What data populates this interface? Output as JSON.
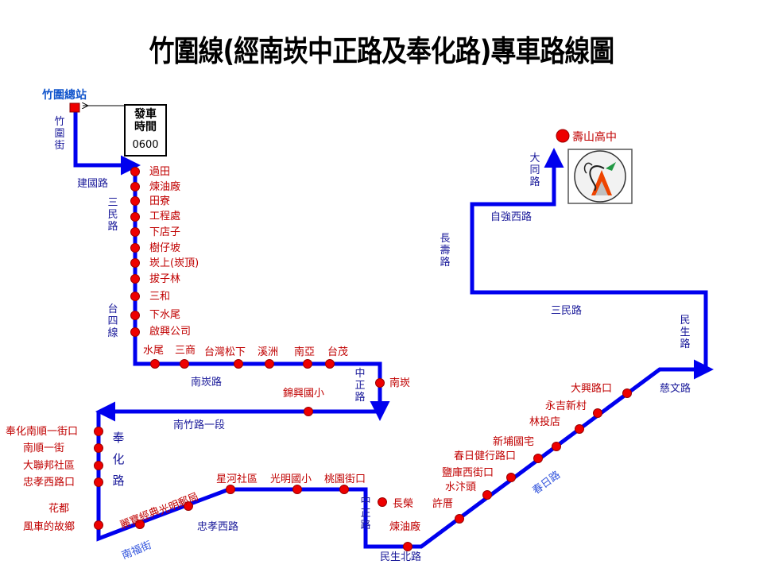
{
  "title": "竹圍線(經南崁中正路及奉化路)專車路線圖",
  "start": "竹圍總站",
  "departure": {
    "label": "發車時間",
    "time": "0600"
  },
  "destination": "壽山高中",
  "colors": {
    "route": "#0000ee",
    "stop": "#ee0000",
    "stop_text": "#c00000",
    "road_text": "#1a1a9a"
  },
  "roads": {
    "zhuwei_street": "竹圍街",
    "jianguo": "建國路",
    "sanmin_1": "三民路",
    "taisi": "台四線",
    "nankan_road": "南崁路",
    "zhongzheng_1": "中正路",
    "nanzhu": "南竹路一段",
    "fenghua": "奉化路",
    "nanfu": "南福街",
    "zhongxiao_w": "忠孝西路",
    "zhongzheng_2": "中正路",
    "minsheng_n": "民生北路",
    "chunri": "春日路",
    "ciwen": "慈文路",
    "minsheng": "民生路",
    "sanmin_2": "三民路",
    "changshou": "長壽路",
    "ziqiang_w": "自強西路",
    "datong": "大同路"
  },
  "stops": {
    "guotian": "過田",
    "lianyouchang": "煉油廠",
    "tianliao": "田寮",
    "gongchengchu": "工程處",
    "xiadianzi": "下店子",
    "shuzipo": "樹仔坡",
    "kanshang": "崁上(崁頂)",
    "bazilin": "拔子林",
    "sanhe": "三和",
    "xiashuiwei": "下水尾",
    "qixing": "啟興公司",
    "shuiwei": "水尾",
    "sanshang": "三商",
    "taiwan_songxia": "台灣松下",
    "xizhou": "溪洲",
    "nanya": "南亞",
    "taimao": "台茂",
    "nankan": "南崁",
    "jinxing": "錦興國小",
    "fenghua_nanshun1": "奉化南順一街口",
    "nanshun1": "南順一街",
    "dalianbang": "大聯邦社區",
    "zhongxiao_w_kou": "忠孝西路口",
    "huadu_1": "花都",
    "huadu_2": "風車的故鄉",
    "libao": "麗寶經典",
    "guangming_post": "光明郵局",
    "xinghe": "星河社區",
    "guangming_school": "光明國小",
    "taoyuan_kou": "桃園街口",
    "changrong": "長榮",
    "lianyouchang_2": "煉油廠",
    "xucuo": "許厝",
    "shuibian": "水汴頭",
    "yanku_w": "鹽庫西街口",
    "chunri_jianxing": "春日健行路口",
    "xinpu": "新埔國宅",
    "lintou": "林投店",
    "yongji": "永吉新村",
    "daxing": "大興路口"
  }
}
